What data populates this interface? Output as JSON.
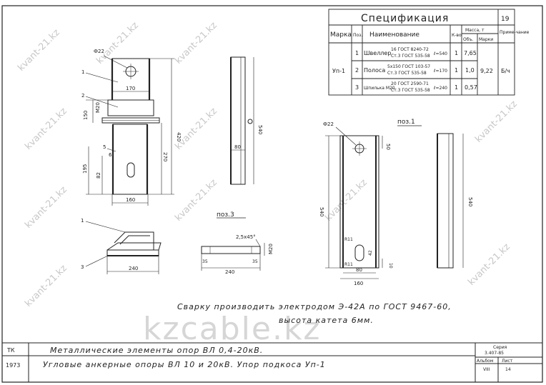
{
  "sheet_number": "19",
  "spec": {
    "title": "Спецификация",
    "headers": {
      "marka": "Марка",
      "poz": "Поз.",
      "name": "Наименование",
      "qty": "К-во",
      "mass": "Масса, т",
      "mass_unit": "Объ.",
      "mass_mark": "Марки",
      "note": "Приме-чание"
    },
    "mark": "Уп-1",
    "mark_mass": "9,22",
    "note_value": "Б/ч",
    "rows": [
      {
        "poz": "1",
        "name": "Швеллер",
        "std1": "16 ГОСТ 8240-72",
        "std2": "Ст.3 ГОСТ 535-58",
        "len": "ℓ=540",
        "qty": "1",
        "mass": "7,65"
      },
      {
        "poz": "2",
        "name": "Полоса",
        "std1": "5х150 ГОСТ 103-57",
        "std2": "Ст.3 ГОСТ 535-58",
        "len": "ℓ=170",
        "qty": "1",
        "mass": "1,0"
      },
      {
        "poz": "3",
        "name": "Шпилька М20",
        "std1": "20 ГОСТ 2590-71",
        "std2": "Ст.3 ГОСТ 535-58",
        "len": "ℓ=240",
        "qty": "1",
        "mass": "0,57"
      }
    ]
  },
  "main_view": {
    "hole_label": "Ф22",
    "dims": {
      "w_top": "170",
      "w_bot": "160",
      "h_total": "420",
      "h_270": "270",
      "h_150": "150",
      "h_195": "195",
      "h_82": "82",
      "m20": "М20",
      "s6": "6"
    },
    "callouts": [
      "1",
      "2",
      "5"
    ]
  },
  "side_view": {
    "dims": {
      "h": "540",
      "w": "80"
    }
  },
  "iso_view": {
    "callouts": [
      "1",
      "3"
    ],
    "dim": "240"
  },
  "poz3": {
    "title": "поз.3",
    "chamfer": "2,5х45°",
    "m20": "М20",
    "d1": "35",
    "d2": "35",
    "len": "240"
  },
  "poz1": {
    "title": "поз.1",
    "hole_label": "Ф22",
    "dims": {
      "top": "50",
      "h": "540",
      "r1": "R11",
      "r2": "R11",
      "d42": "42",
      "d10": "10",
      "w_in": "80",
      "w": "160"
    }
  },
  "poz1_side": {
    "dims": {
      "h": "540"
    }
  },
  "note": {
    "line1": "Сварку производить электродом Э-42А по ГОСТ 9467-60,",
    "line2": "высота катета 6мм."
  },
  "title_block": {
    "left1": "ТК",
    "left2": "1973",
    "line1": "Металлические элементы опор ВЛ 0,4-20кВ.",
    "line2": "Угловые анкерные опоры ВЛ 10 и 20кВ. Упор подкоса Уп-1",
    "series_label": "Серия",
    "series_value": "3.407-85",
    "album_label": "Альбом",
    "album_value": "VIII",
    "sheet_label": "Лист",
    "sheet_value": "14"
  },
  "watermark": {
    "big": "kzcable.kz",
    "small": "kvant-21.kz"
  }
}
